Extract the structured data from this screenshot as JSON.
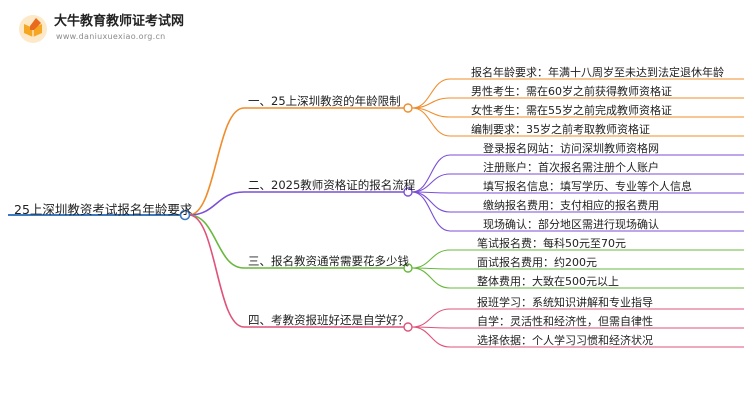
{
  "brand": {
    "name": "大牛教育教师证考试网",
    "domain": "www.daniuxuexiao.org.cn",
    "logo_icon": "pencil-book-icon"
  },
  "root": {
    "label": "25上深圳教资考试报名年龄要求"
  },
  "branches": [
    {
      "label": "一、25上深圳教资的年龄限制",
      "color": "#f08c2b",
      "children": [
        "报名年龄要求：年满十八周岁至未达到法定退休年龄",
        "男性考生：需在60岁之前获得教师资格证",
        "女性考生：需在55岁之前完成教师资格证",
        "编制要求：35岁之前考取教师资格证"
      ]
    },
    {
      "label": "二、2025教师资格证的报名流程",
      "color": "#7b4fd6",
      "children": [
        "登录报名网站：访问深圳教师资格网",
        "注册账户：首次报名需注册个人账户",
        "填写报名信息：填写学历、专业等个人信息",
        "缴纳报名费用：支付相应的报名费用",
        "现场确认：部分地区需进行现场确认"
      ]
    },
    {
      "label": "三、报名教资通常需要花多少钱",
      "color": "#67b83c",
      "children": [
        "笔试报名费：每科50元至70元",
        "面试报名费用：约200元",
        "整体费用：大致在500元以上"
      ]
    },
    {
      "label": "四、考教资报班好还是自学好？",
      "color": "#e0527a",
      "children": [
        "报班学习：系统知识讲解和专业指导",
        "自学：灵活性和经济性，但需自律性",
        "选择依据：个人学习习惯和经济状况"
      ]
    }
  ]
}
